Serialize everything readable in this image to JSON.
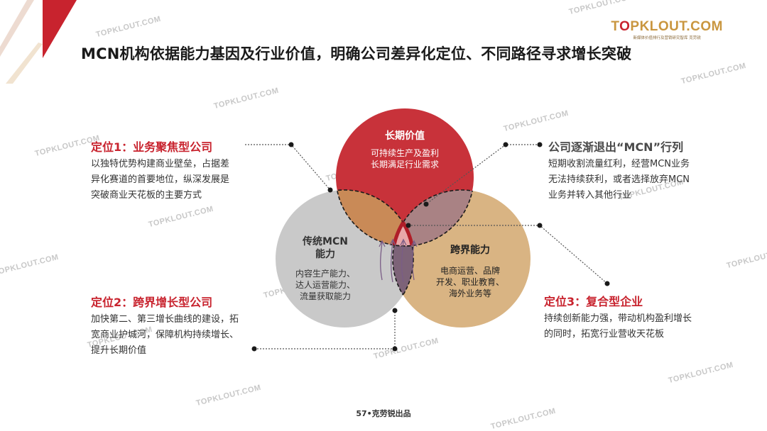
{
  "brand": {
    "logo_text_a": "T",
    "logo_text_o": "O",
    "logo_text_b": "PKLOUT.COM",
    "logo_tagline": "新媒体价值排行及营销研究智库  克劳锐"
  },
  "title": "MCN机构依据能力基因及行业价值，明确公司差异化定位、不同路径寻求增长突破",
  "watermark": "TOPKLOUT.COM",
  "colors": {
    "accent_red": "#c8232e",
    "circle_top": "#c8323a",
    "circle_left": "#c8c8c8",
    "circle_right": "#d9b483",
    "gold": "#c9963f"
  },
  "venn": {
    "top": {
      "title": "长期价值",
      "desc_line1": "可持续生产及盈利",
      "desc_line2": "长期满足行业需求"
    },
    "left": {
      "title_line1": "传统MCN",
      "title_line2": "能力",
      "desc_line1": "内容生产能力、",
      "desc_line2": "达人运营能力、",
      "desc_line3": "流量获取能力"
    },
    "right": {
      "title": "跨界能力",
      "desc_line1": "电商运营、品牌",
      "desc_line2": "开发、职业教育、",
      "desc_line3": "海外业务等"
    }
  },
  "positions": {
    "p1": {
      "title": "定位1：业务聚焦型公司",
      "desc_line1": "以独特优势构建商业壁垒，占据差",
      "desc_line2": "异化赛道的首要地位，纵深发展是",
      "desc_line3": "突破商业天花板的主要方式"
    },
    "p2": {
      "title": "定位2：跨界增长型公司",
      "desc_line1": "加快第二、第三增长曲线的建设，拓",
      "desc_line2": "宽商业护城河，保障机构持续增长、",
      "desc_line3": "提升长期价值"
    },
    "p3": {
      "title": "定位3：复合型企业",
      "desc_line1": "持续创新能力强，带动机构盈利增长",
      "desc_line2": "的同时，拓宽行业营收天花板"
    },
    "exit": {
      "title": "公司逐渐退出“MCN”行列",
      "desc_line1": "短期收割流量红利，经营MCN业务",
      "desc_line2": "无法持续获利，或者选择放弃MCN",
      "desc_line3": "业务并转入其他行业"
    }
  },
  "footer": "57•克劳锐出品"
}
